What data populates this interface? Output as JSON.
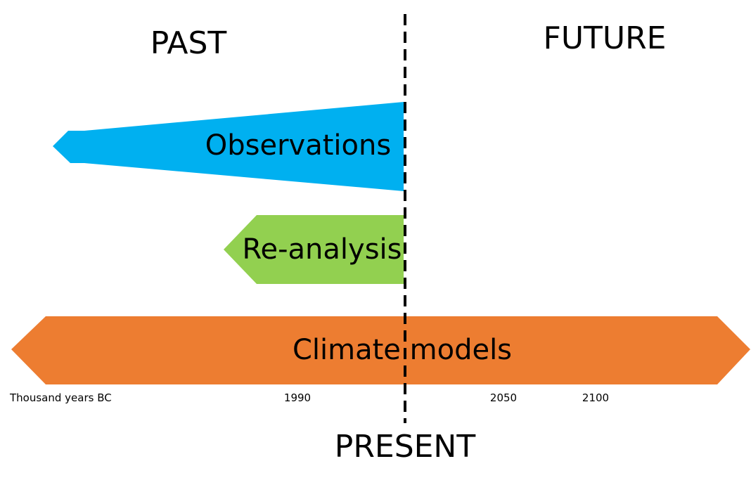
{
  "labels": {
    "past": "PAST",
    "future": "FUTURE",
    "present": "PRESENT"
  },
  "bars": {
    "observations": {
      "label": "Observations",
      "color": "#00B0F0"
    },
    "reanalysis": {
      "label": "Re-analysis",
      "color": "#92D050"
    },
    "climate_models": {
      "label": "Climate models",
      "color": "#ED7D31"
    }
  },
  "timeline": {
    "thousand_years_bc": "Thousand years BC",
    "y1990": "1990",
    "y2050": "2050",
    "y2100": "2100"
  }
}
